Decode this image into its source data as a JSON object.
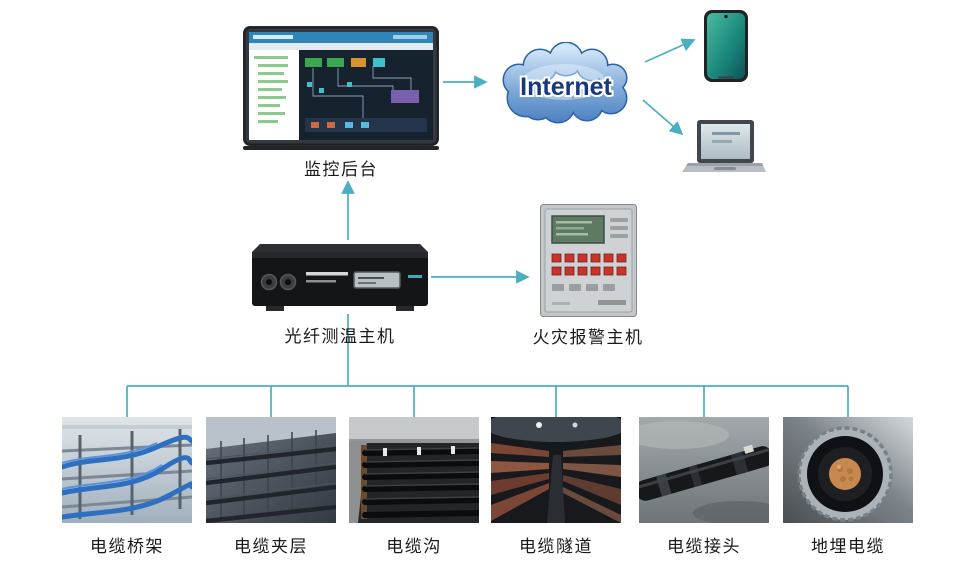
{
  "diagram": {
    "accent_color": "#4aafc0",
    "nodes": {
      "monitor": {
        "label": "监控后台"
      },
      "internet": {
        "label": "Internet"
      },
      "fiber_host": {
        "label": "光纤测温主机"
      },
      "fire_alarm": {
        "label": "火灾报警主机"
      }
    },
    "sites": [
      {
        "label": "电缆桥架"
      },
      {
        "label": "电缆夹层"
      },
      {
        "label": "电缆沟"
      },
      {
        "label": "电缆隧道"
      },
      {
        "label": "电缆接头"
      },
      {
        "label": "地埋电缆"
      }
    ]
  }
}
